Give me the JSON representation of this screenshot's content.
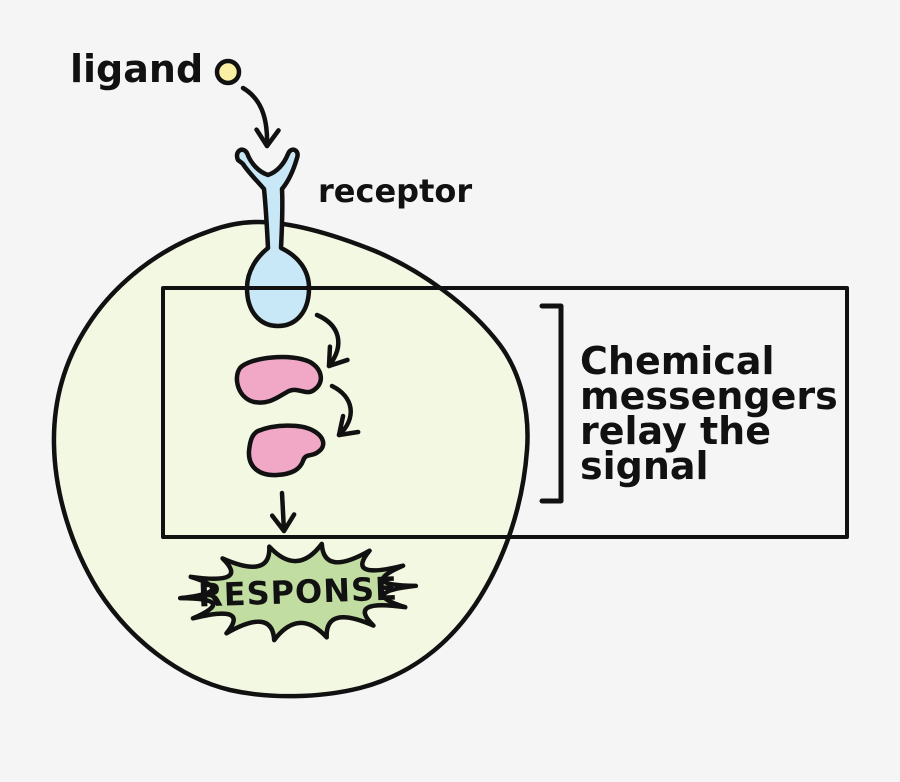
{
  "labels": {
    "ligand": "ligand",
    "receptor": "receptor",
    "response": "RESPONSE"
  },
  "caption": {
    "lines": [
      "Chemical",
      "messengers",
      "relay the",
      "signal"
    ]
  },
  "colors": {
    "background": "#f5f5f6",
    "ink": "#111111",
    "cell_fill": "#f3f8e2",
    "receptor_fill": "#c9e8f7",
    "ligand_fill": "#fbefa4",
    "messenger_fill": "#f0a8c6",
    "response_fill": "#c1dda1"
  }
}
